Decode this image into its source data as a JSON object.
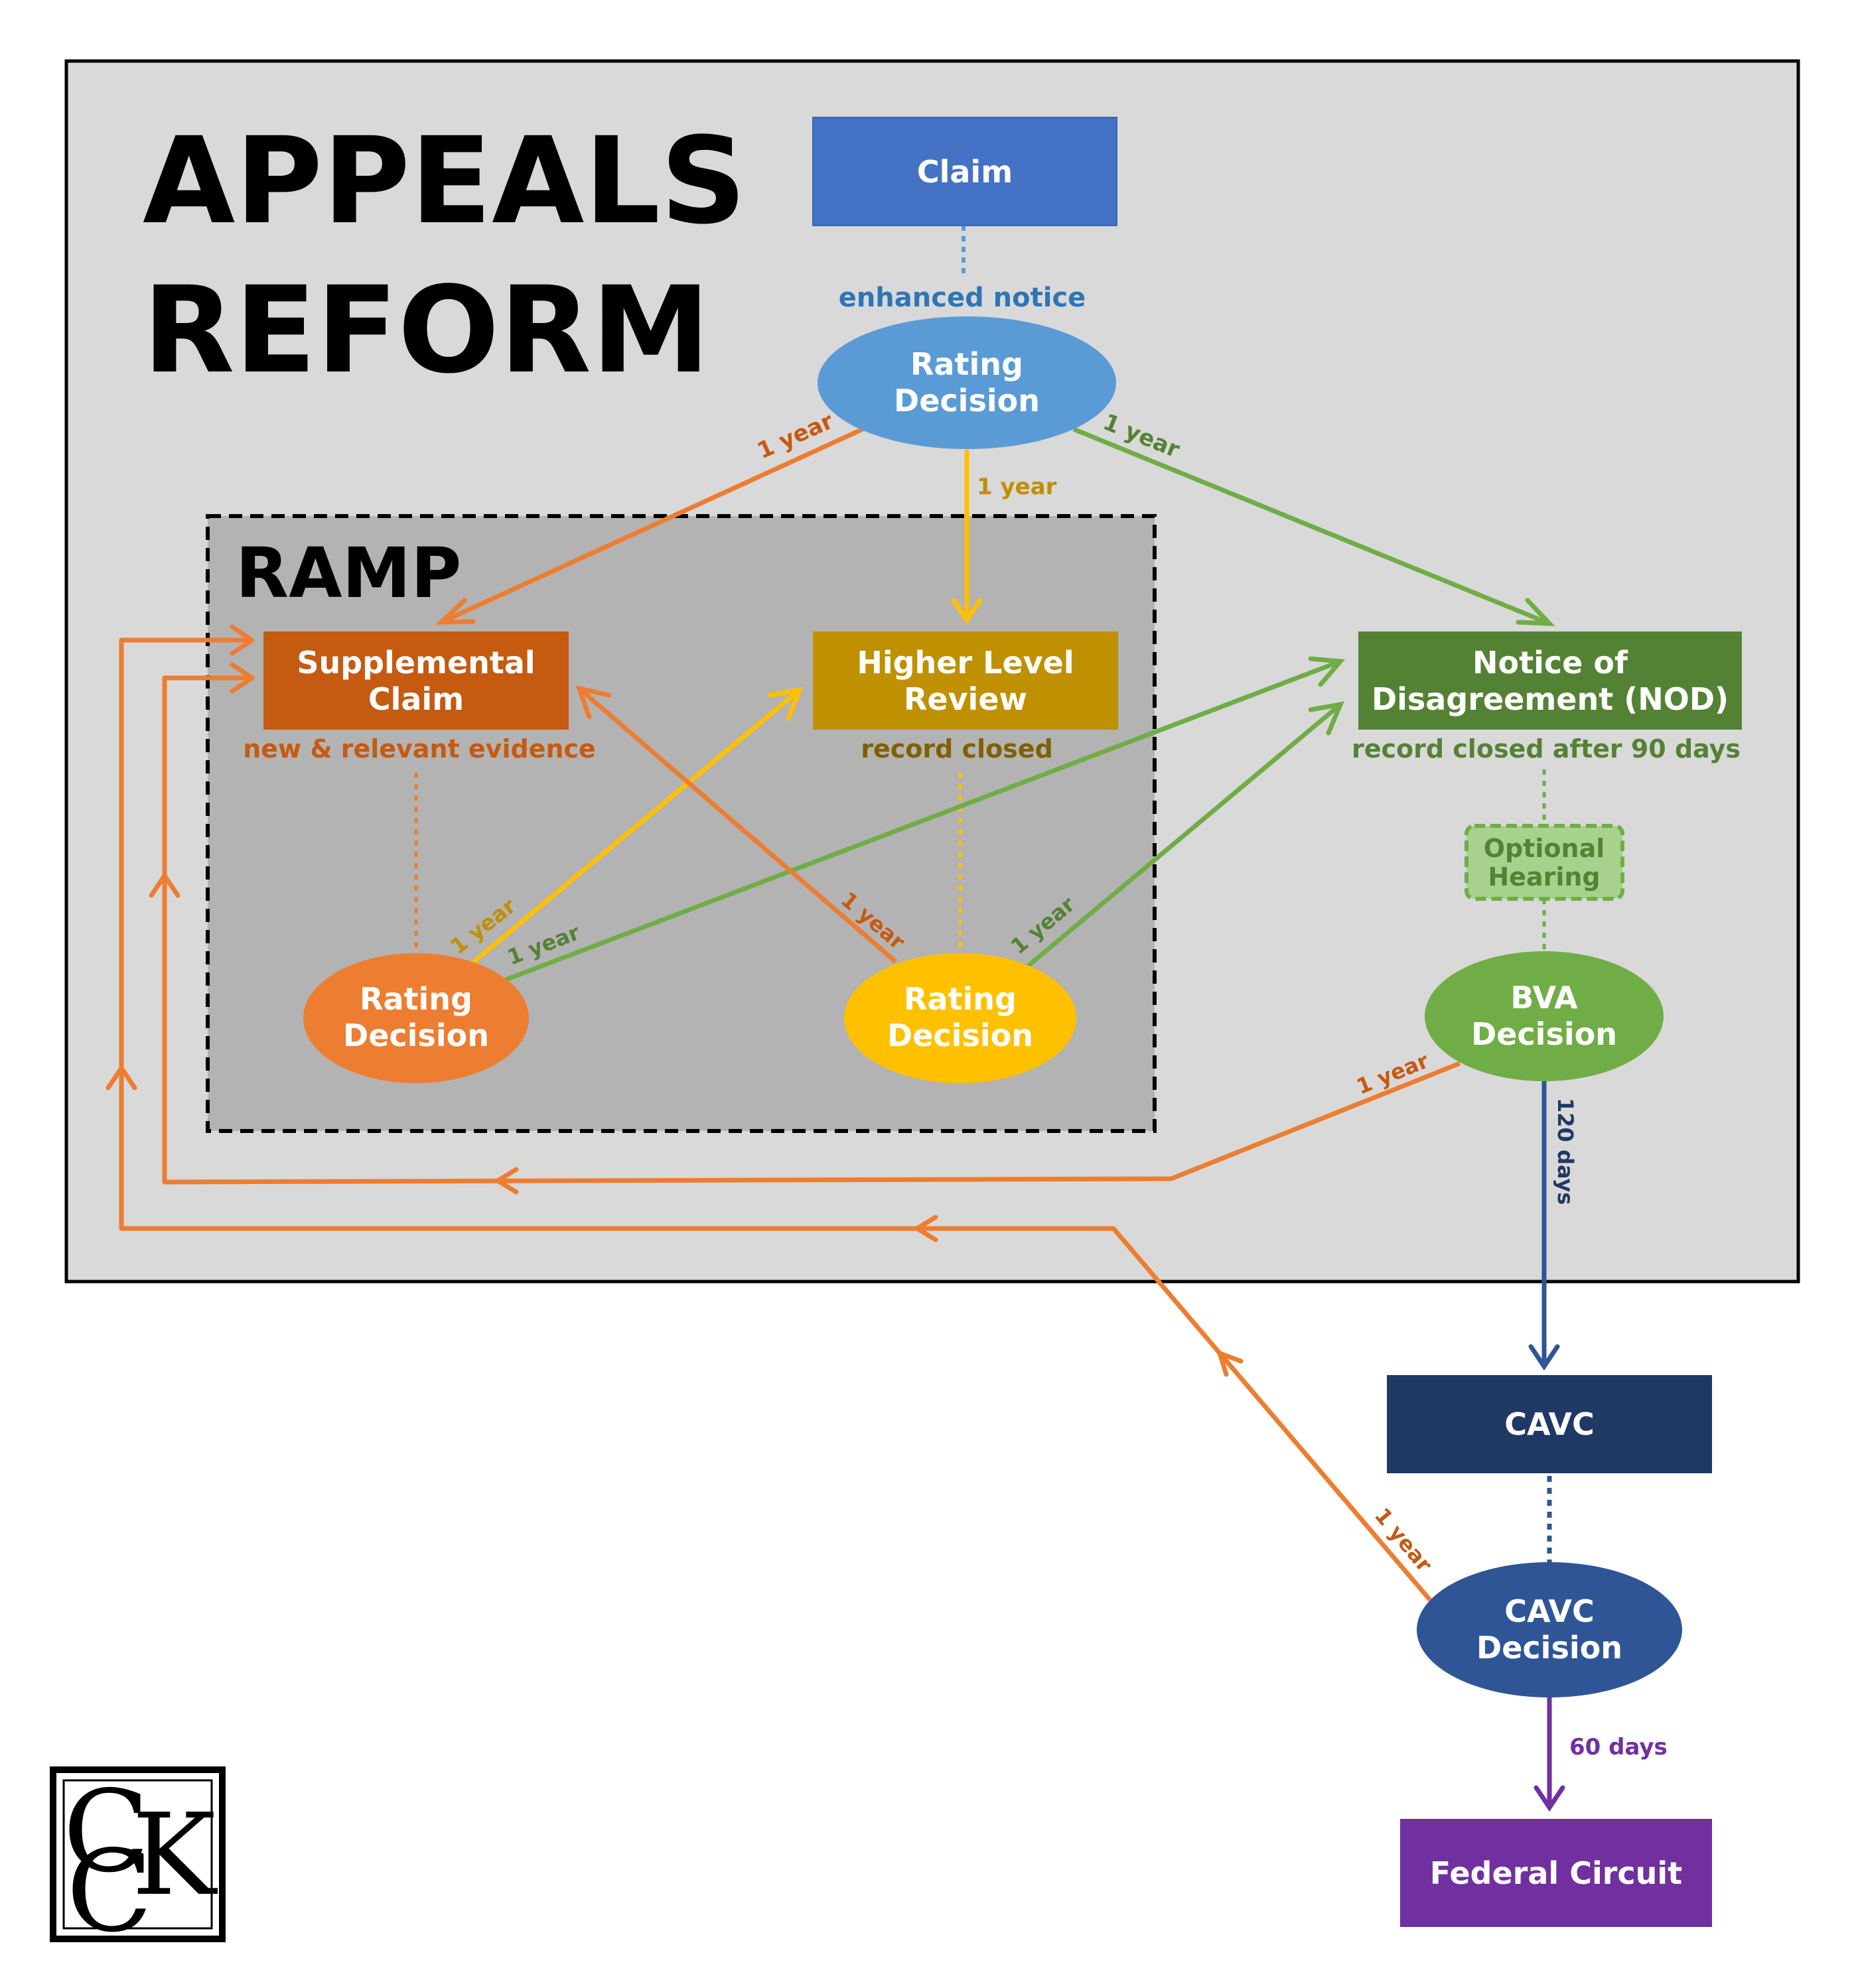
{
  "title": {
    "line1": "APPEALS",
    "line2": "REFORM"
  },
  "ramp_label": "RAMP",
  "nodes": {
    "claim": "Claim",
    "top_rating": {
      "line1": "Rating",
      "line2": "Decision"
    },
    "supplemental": {
      "line1": "Supplemental",
      "line2": "Claim"
    },
    "hlr": {
      "line1": "Higher Level",
      "line2": "Review"
    },
    "nod": {
      "line1": "Notice of",
      "line2": "Disagreement (NOD)"
    },
    "sc_rating": {
      "line1": "Rating",
      "line2": "Decision"
    },
    "hlr_rating": {
      "line1": "Rating",
      "line2": "Decision"
    },
    "hearing": {
      "line1": "Optional",
      "line2": "Hearing"
    },
    "bva": {
      "line1": "BVA",
      "line2": "Decision"
    },
    "cavc": "CAVC",
    "cavc_decision": {
      "line1": "CAVC",
      "line2": "Decision"
    },
    "federal_circuit": "Federal Circuit"
  },
  "notes": {
    "enhanced_notice": "enhanced notice",
    "new_evidence": "new & relevant evidence",
    "record_closed": "record closed",
    "record_closed_90": "record closed after 90 days"
  },
  "edge_labels": {
    "top_to_sc": "1 year",
    "top_to_hlr": "1 year",
    "top_to_nod": "1 year",
    "sc_to_hlr": "1 year",
    "sc_to_nod": "1 year",
    "hlr_to_sc": "1 year",
    "hlr_to_nod": "1 year",
    "bva_to_sc": "1 year",
    "bva_to_cavc": "120 days",
    "cavc_to_sc": "1 year",
    "cavc_to_fed": "60 days"
  },
  "logo": "CCK",
  "colors": {
    "claim": "#4472C4",
    "top_rating": "#5B9BD5",
    "supplemental": "#C55A11",
    "sc_rating": "#ED7D31",
    "hlr": "#BF9000",
    "hlr_rating": "#FFC000",
    "nod": "#548235",
    "bva": "#70AD47",
    "hearing": "#A9D18E",
    "cavc": "#203864",
    "cavc_decision": "#2F5597",
    "federal_circuit": "#7030A0",
    "outer_panel": "#D9D9D9",
    "ramp_panel": "#B4B3B3"
  }
}
